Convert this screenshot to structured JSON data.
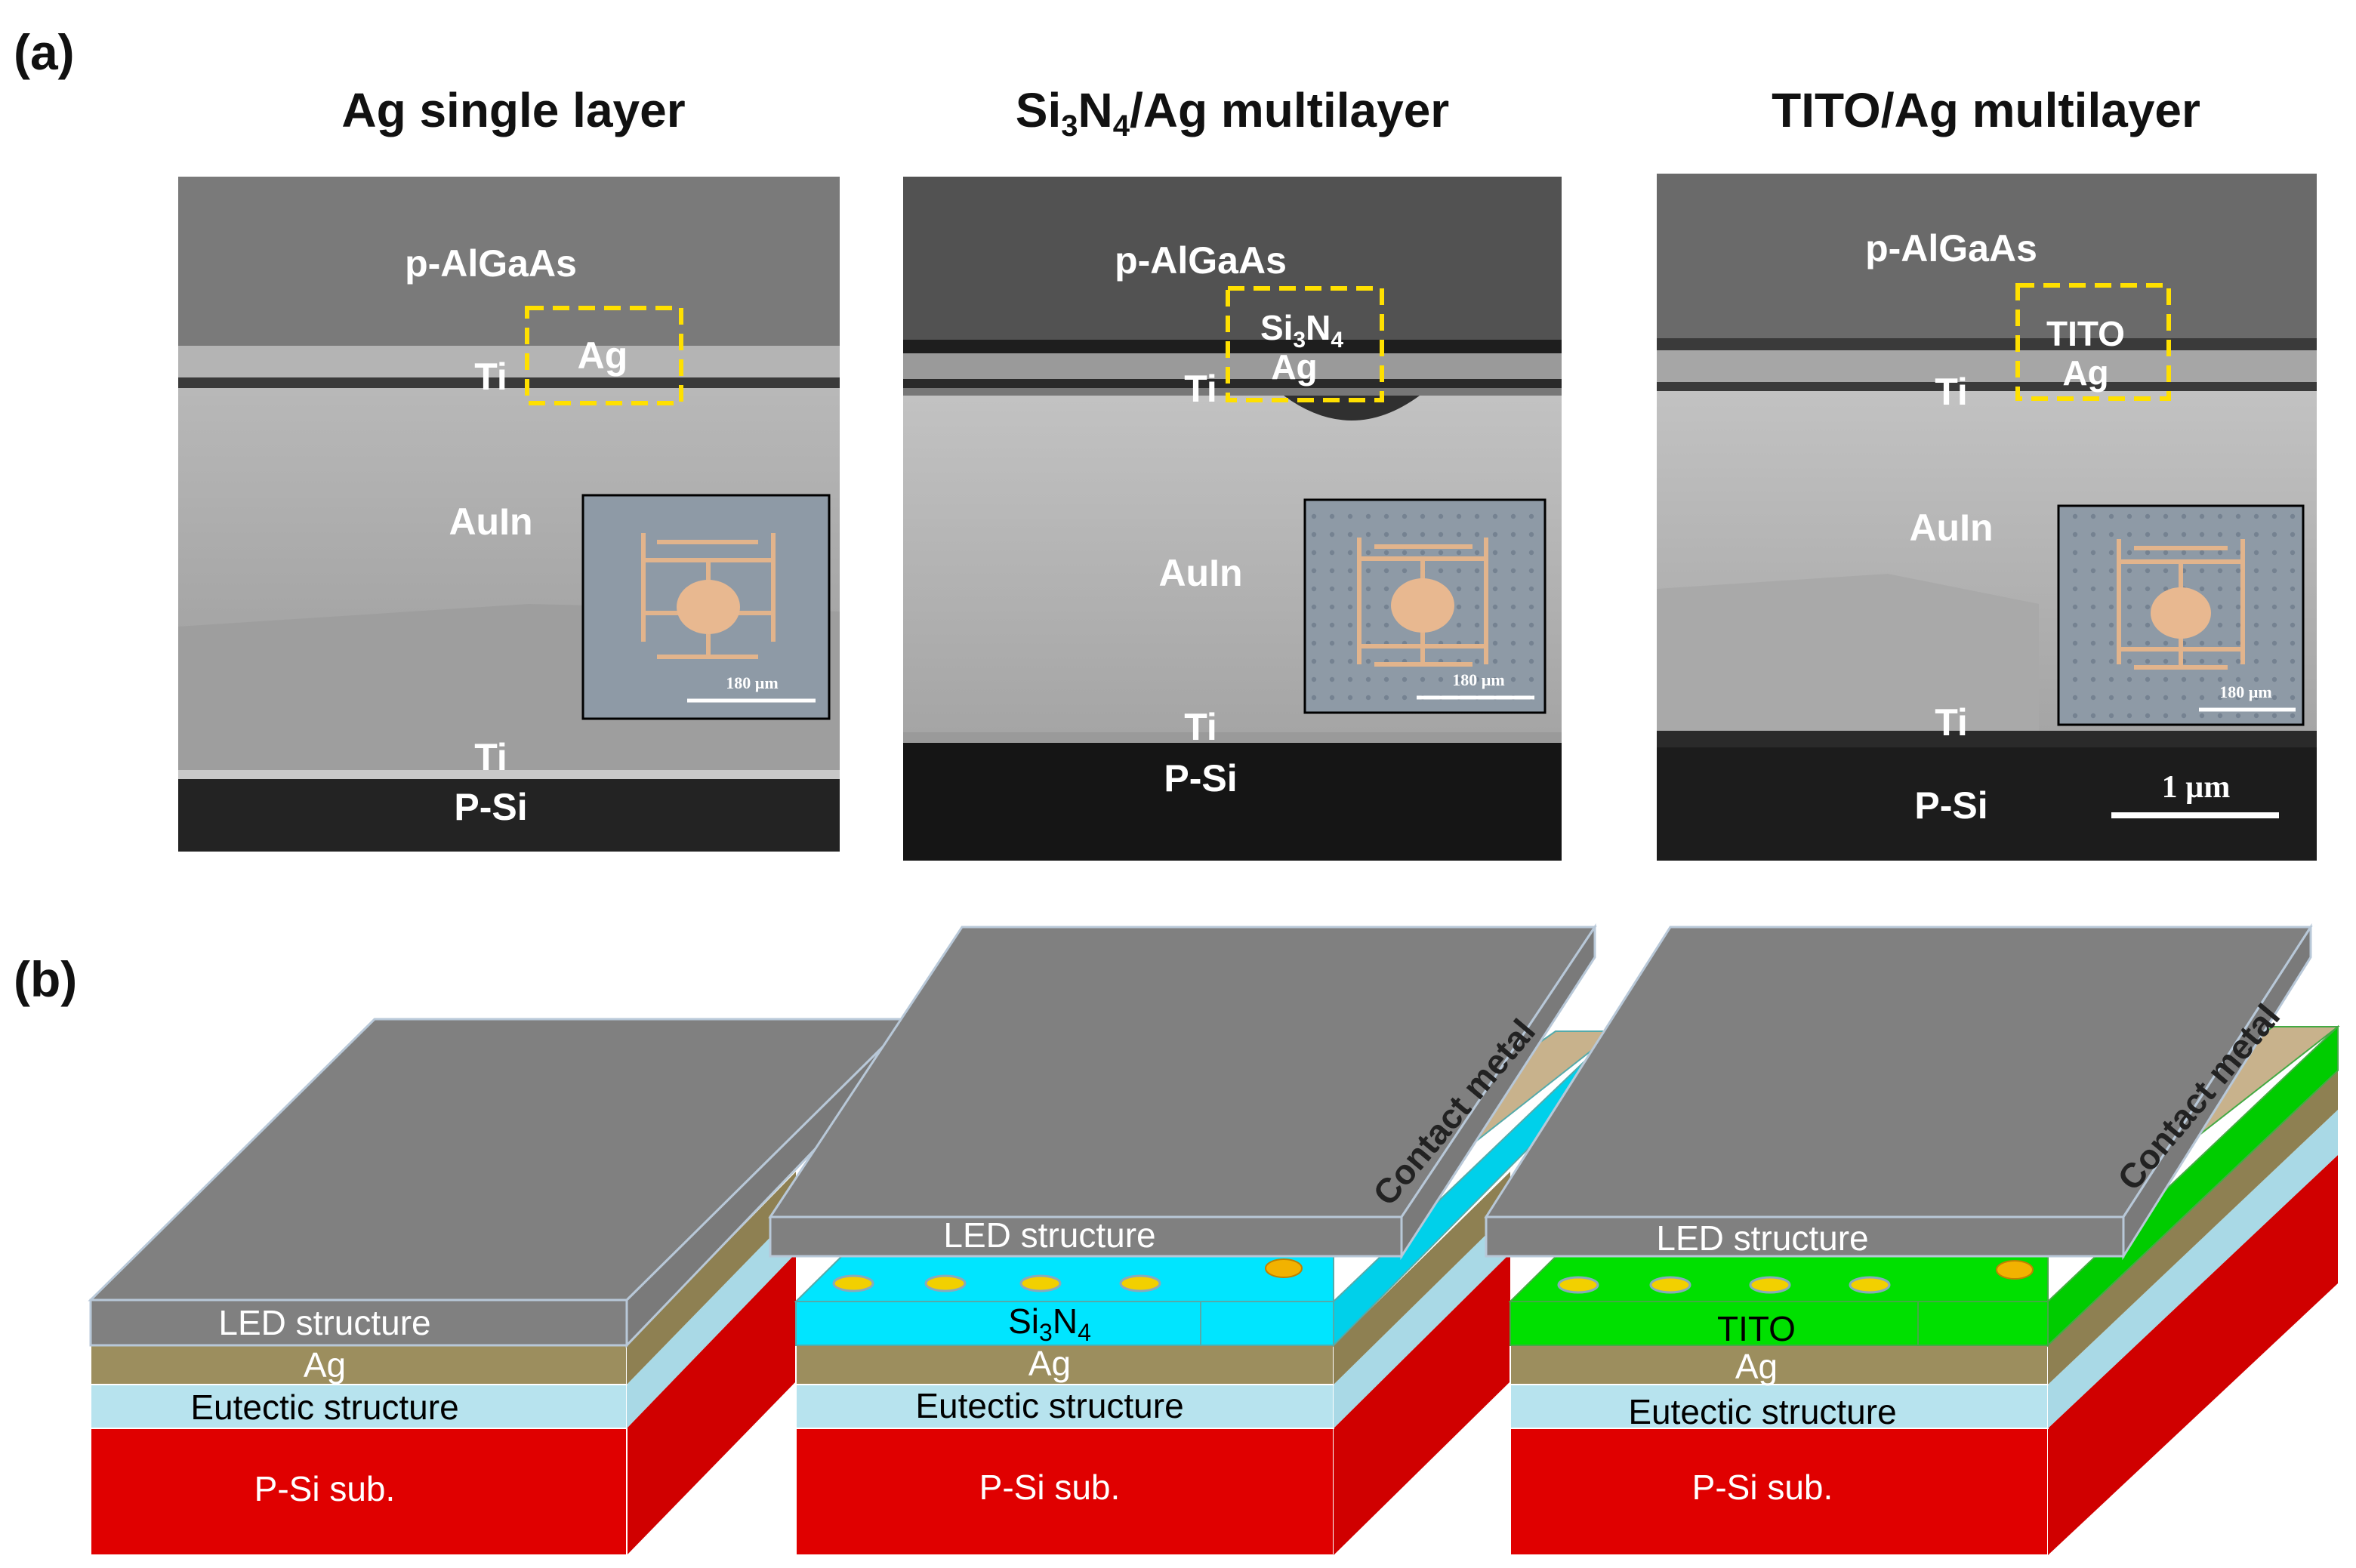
{
  "panel_a": {
    "letter": "(a)",
    "columns": [
      {
        "title": "Ag single layer",
        "labels": {
          "top": "p-AlGaAs",
          "box": "Ag",
          "ti_top": "Ti",
          "mid": "AuIn",
          "ti_bottom": "Ti",
          "bottom": "P-Si"
        },
        "inset_scale": "180 µm"
      },
      {
        "title_parts": [
          "Si",
          "3",
          "N",
          "4",
          "/Ag multilayer"
        ],
        "labels": {
          "top": "p-AlGaAs",
          "box_line1_parts": [
            "Si",
            "3",
            "N",
            "4"
          ],
          "box_line2": "Ag",
          "ti_top": "Ti",
          "mid": "AuIn",
          "ti_bottom": "Ti",
          "bottom": "P-Si"
        },
        "inset_scale": "180 µm"
      },
      {
        "title": "TITO/Ag multilayer",
        "labels": {
          "top": "p-AlGaAs",
          "box_line1": "TITO",
          "box_line2": "Ag",
          "ti_top": "Ti",
          "mid": "AuIn",
          "ti_bottom": "Ti",
          "bottom": "P-Si"
        },
        "inset_scale": "180 µm",
        "scale_bar": "1 µm"
      }
    ]
  },
  "panel_b": {
    "letter": "(b)",
    "stacks": [
      {
        "led": "LED structure",
        "ag": "Ag",
        "eutectic": "Eutectic structure",
        "substrate": "P-Si sub."
      },
      {
        "led": "LED structure",
        "dielectric_parts": [
          "Si",
          "3",
          "N",
          "4"
        ],
        "ag": "Ag",
        "eutectic": "Eutectic structure",
        "substrate": "P-Si sub.",
        "contact": "Contact metal"
      },
      {
        "led": "LED structure",
        "dielectric": "TITO",
        "ag": "Ag",
        "eutectic": "Eutectic structure",
        "substrate": "P-Si sub.",
        "contact": "Contact metal"
      }
    ],
    "colors": {
      "led": "#808080",
      "led_top": "#8a8a8a",
      "ag": "#9c8e5e",
      "eutectic": "#b7e3ee",
      "substrate": "#e00000",
      "si3n4": "#00e5ff",
      "tito": "#00e000",
      "contact_pad": "#f2b200",
      "contact_bg": "#c8b28c"
    }
  }
}
